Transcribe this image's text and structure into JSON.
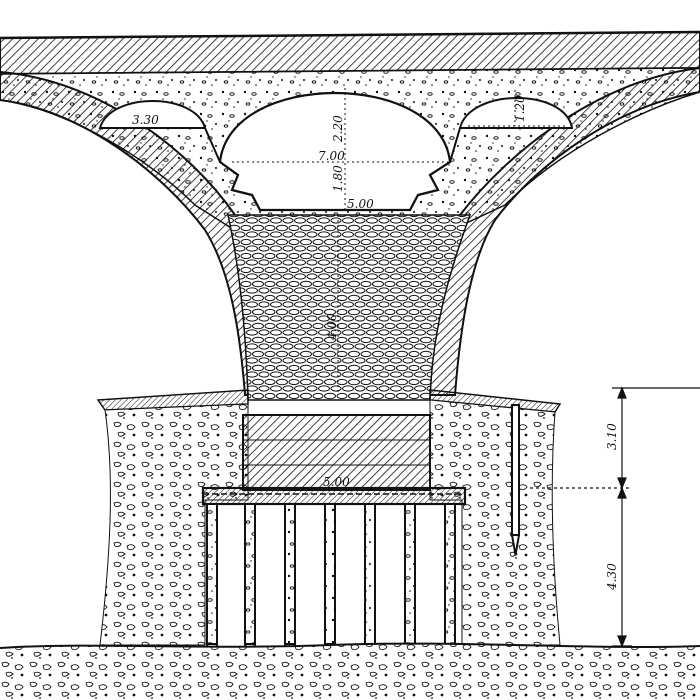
{
  "drawing": {
    "ink_color": "#111111",
    "paper_color": "#ffffff"
  },
  "dimensions": {
    "small_left_span": "3.30",
    "small_right_rise": "1.20",
    "center_rise": "2.20",
    "center_span": "7.00",
    "center_height": "1.80",
    "pier_width": "5.00",
    "pier_height": "4.00",
    "foundation_width": "5.00",
    "embankment_upper": "3.10",
    "embankment_lower": "4.30"
  }
}
